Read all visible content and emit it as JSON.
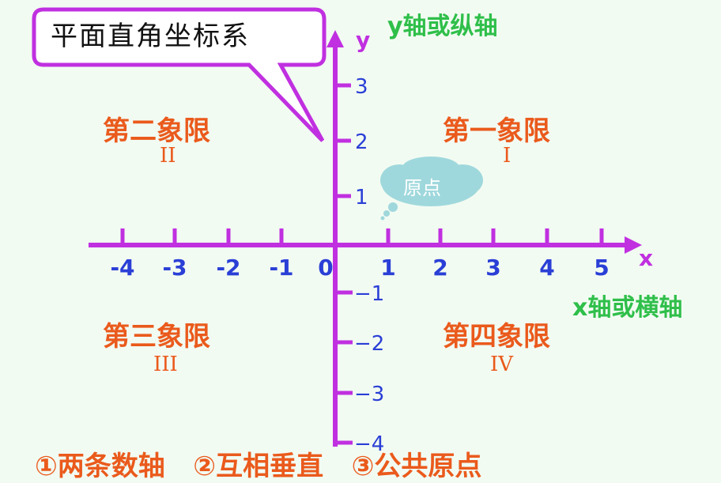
{
  "callout_label": "平面直角坐标系",
  "y_axis_title": "y轴或纵轴",
  "x_axis_title": "x轴或横轴",
  "x_axis_letter": "x",
  "y_axis_letter": "y",
  "origin_label": "原点",
  "quadrants": [
    {
      "name": "第一象限",
      "numeral": "I"
    },
    {
      "name": "第二象限",
      "numeral": "II"
    },
    {
      "name": "第三象限",
      "numeral": "III"
    },
    {
      "name": "第四象限",
      "numeral": "IV"
    }
  ],
  "x_ticks": [
    "-4",
    "-3",
    "-2",
    "-1",
    "0",
    "1",
    "2",
    "3",
    "4",
    "5"
  ],
  "y_ticks_positive": [
    "1",
    "2",
    "3"
  ],
  "y_ticks_negative": [
    "−1",
    "−2",
    "−3",
    "−4"
  ],
  "bottom_note": "①两条数轴   ②互相垂直   ③公共原点",
  "colors": {
    "axis": "#c030e0",
    "tick_label": "#2a3fd6",
    "quadrant": "#ea5a1c",
    "axis_title": "#2fbf4a",
    "cloud": "#9fd8dc"
  }
}
